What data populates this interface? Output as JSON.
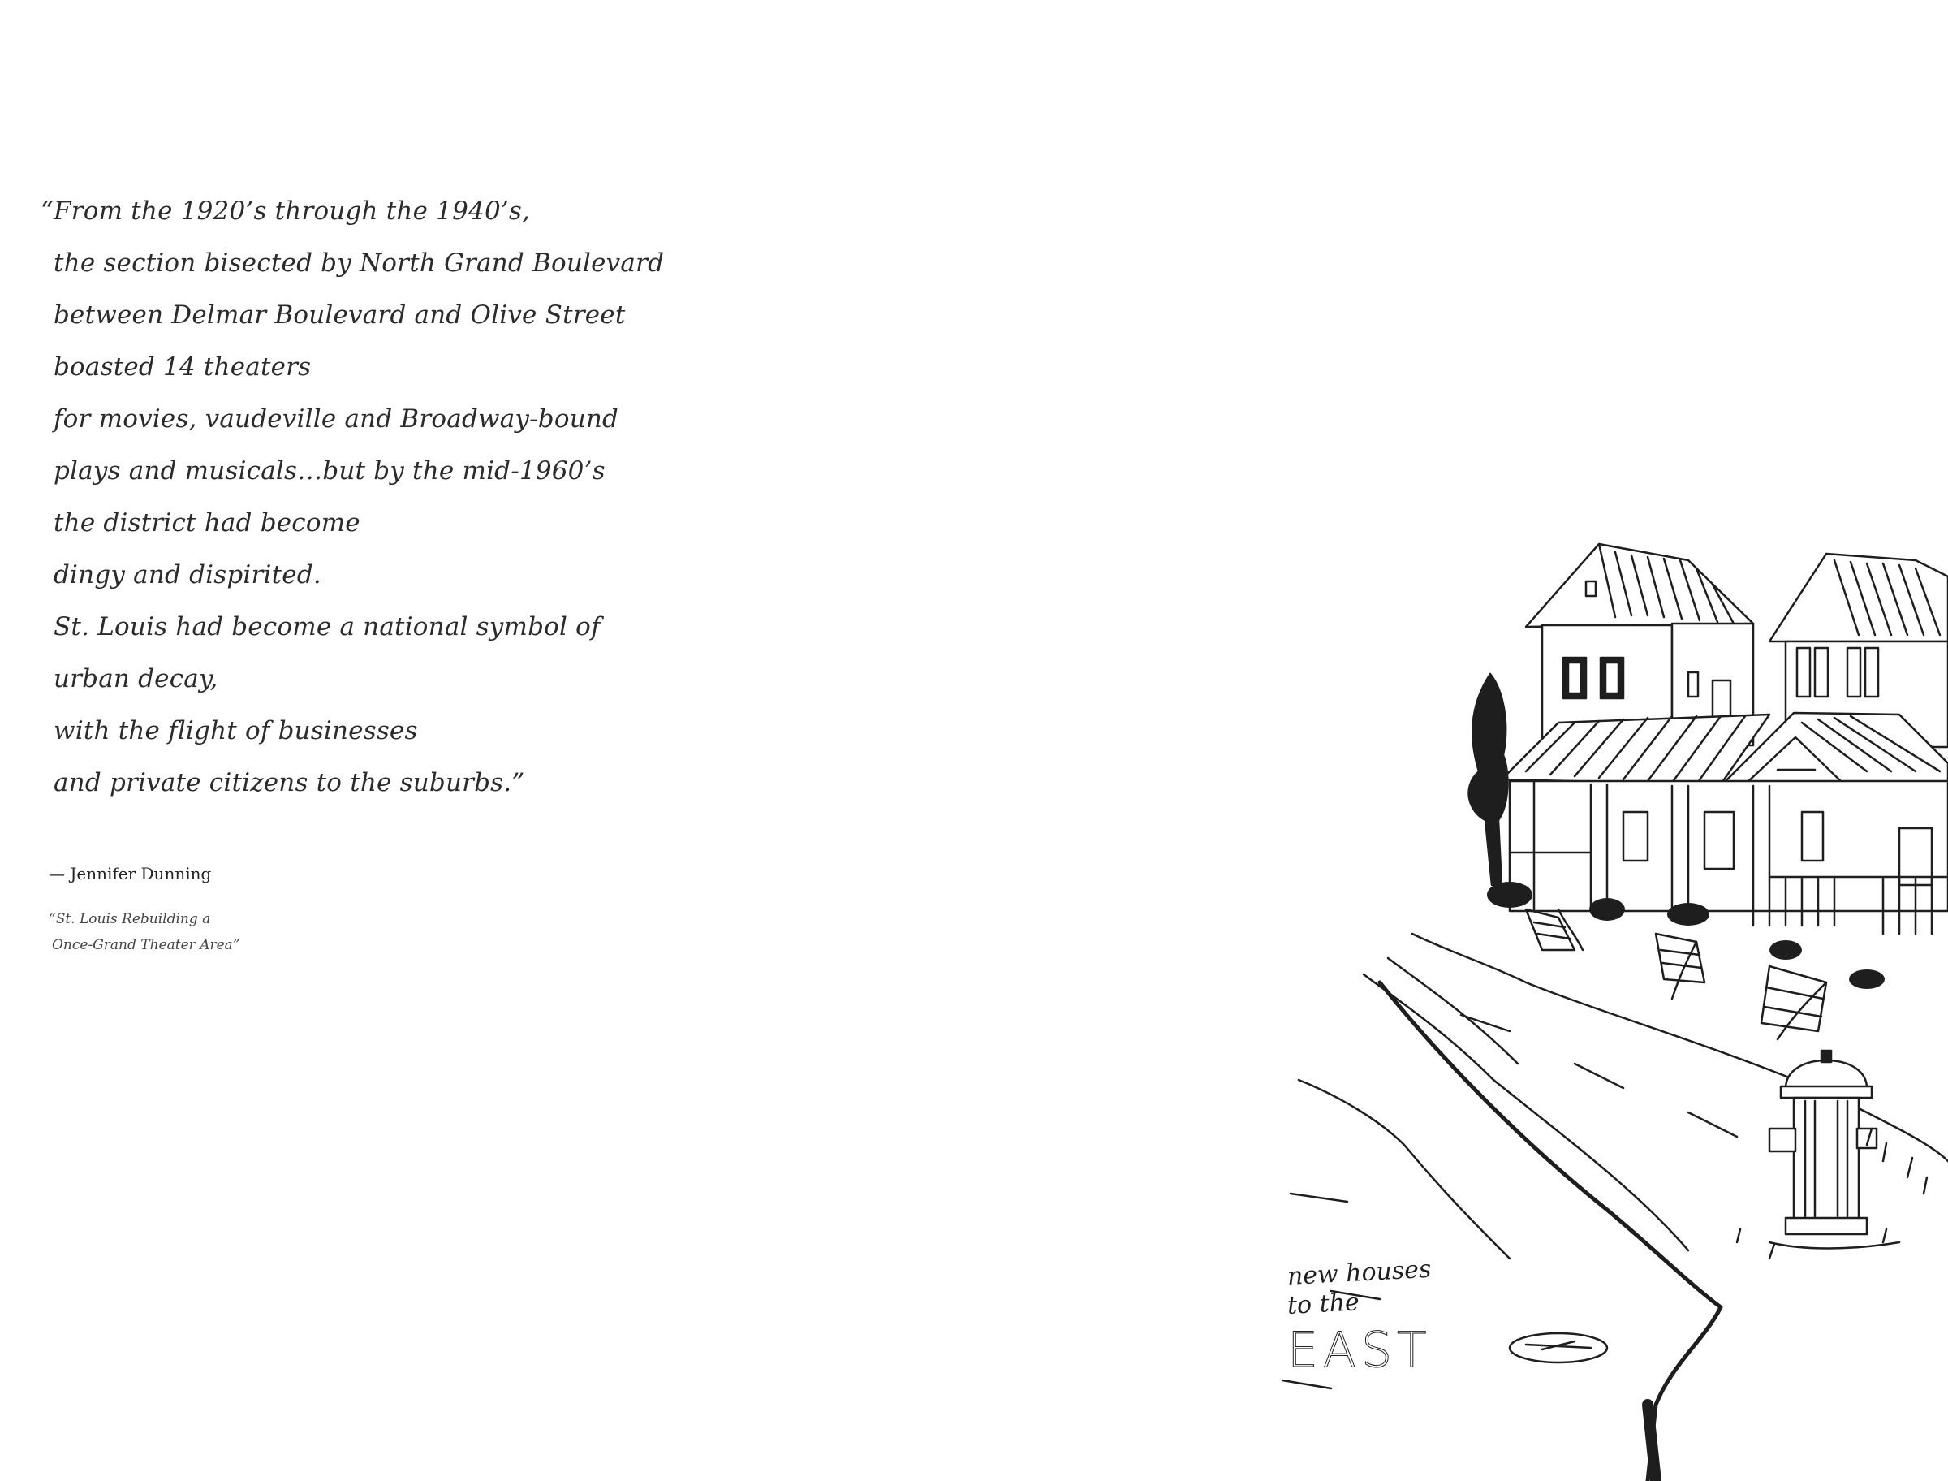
{
  "quote": {
    "lines": [
      "“From the 1920’s through the 1940’s,",
      "the section bisected by North Grand Boulevard",
      "between Delmar Boulevard and Olive Street",
      "boasted 14 theaters",
      "for movies, vaudeville and Broadway-bound",
      "plays and musicals…but by the mid-1960’s",
      "the district had become",
      "dingy and dispirited.",
      "St. Louis had become a national symbol of",
      "urban decay,",
      "with the flight of businesses",
      "and private citizens to the suburbs.”"
    ]
  },
  "attribution": "— Jennifer Dunning",
  "source": {
    "line1": "“St. Louis Rebuilding a",
    "line2": "Once-Grand Theater Area”"
  },
  "illustration": {
    "caption_line1": "new houses",
    "caption_line2": "to the",
    "caption_line3": "EAST"
  },
  "colors": {
    "ink": "#1e1e1e",
    "text": "#2b2b2b",
    "background": "#ffffff"
  }
}
